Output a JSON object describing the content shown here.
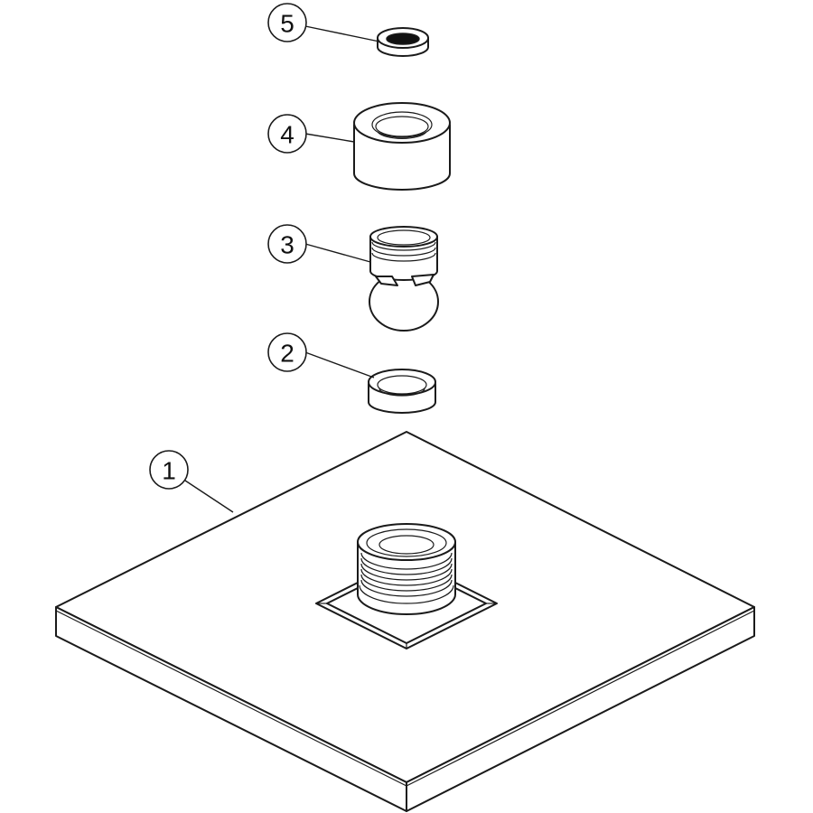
{
  "callouts": [
    {
      "id": "5",
      "label": "5"
    },
    {
      "id": "4",
      "label": "4"
    },
    {
      "id": "3",
      "label": "3"
    },
    {
      "id": "2",
      "label": "2"
    },
    {
      "id": "1",
      "label": "1"
    }
  ],
  "colors": {
    "line": "#1a1a1a",
    "background": "#ffffff"
  }
}
